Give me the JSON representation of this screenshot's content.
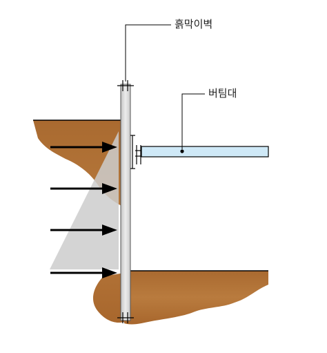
{
  "labels": {
    "retaining_wall": "흙막이벽",
    "strut": "버팀대"
  },
  "colors": {
    "soil": "#b5763a",
    "soil_dark": "#8e5523",
    "wall_fill": "#d9d9d9",
    "strut_fill": "#cfe9f7",
    "pressure": "#c8c8c8",
    "arrow": "#000000",
    "leader": "#000000"
  },
  "earth_pressure_arrows": 4
}
